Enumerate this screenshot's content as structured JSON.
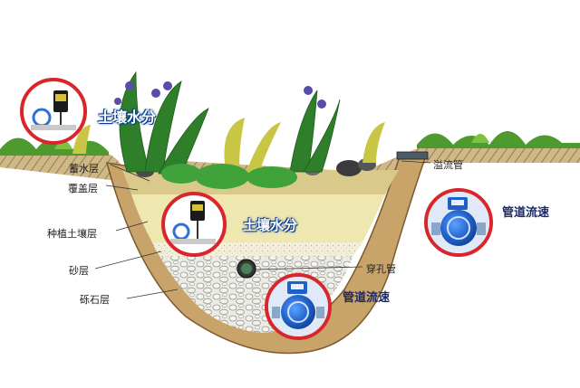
{
  "layers": {
    "reservoir": "蓄水层",
    "cover": "覆盖层",
    "planting_soil": "种植土壤层",
    "sand": "砂层",
    "gravel": "砾石层",
    "overflow_pipe": "溢流管",
    "perforated_pipe": "穿孔管"
  },
  "sensors": {
    "soil_moisture_top": "土壤水分",
    "soil_moisture_middle": "土壤水分",
    "pipe_flow_right": "管道流速",
    "pipe_flow_bottom": "管道流速"
  },
  "colors": {
    "sensor_ring": "#d9262c",
    "label_blue": "#1c5fd0",
    "planting_soil": "#efe7b0",
    "cover_layer": "#d9c98a",
    "gravel": "#e4e2dc"
  }
}
